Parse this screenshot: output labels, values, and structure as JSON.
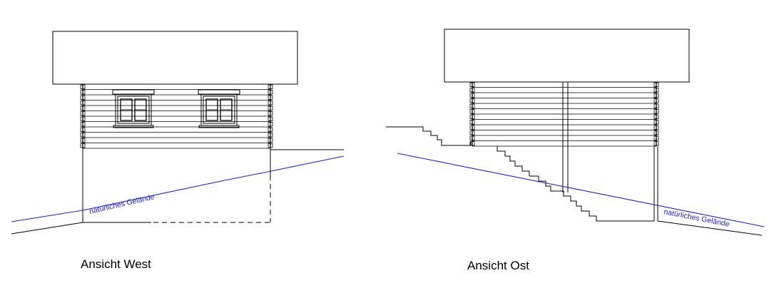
{
  "views": [
    {
      "id": "west",
      "caption": "Ansicht West",
      "terrain_label": "natürliches Gelände"
    },
    {
      "id": "ost",
      "caption": "Ansicht Ost",
      "terrain_label": "natürliches Gelände"
    }
  ],
  "colors": {
    "lines": "#000000",
    "terrain": "#2020e0",
    "background": "#ffffff"
  }
}
